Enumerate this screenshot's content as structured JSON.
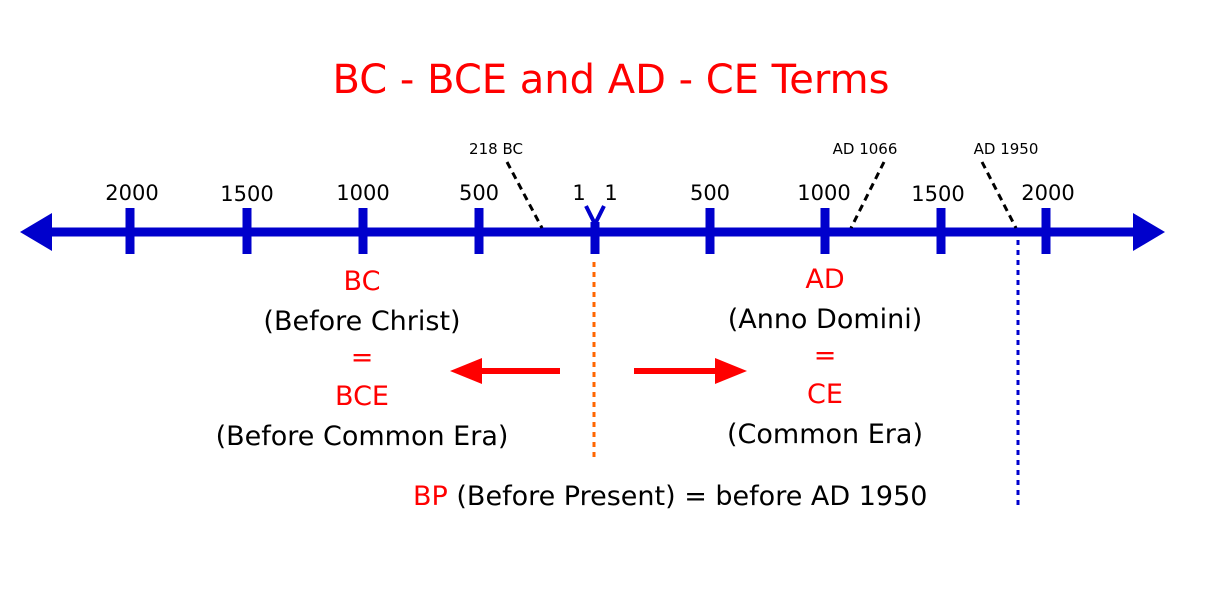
{
  "title": "BC - BCE and AD - CE Terms",
  "colors": {
    "red": "#ff0000",
    "blue": "#0000cc",
    "black": "#000000",
    "orange": "#ff6600"
  },
  "timeline": {
    "bc_ticks": [
      "2000",
      "1500",
      "1000",
      "500",
      "1"
    ],
    "ad_ticks": [
      "1",
      "500",
      "1000",
      "1500",
      "2000"
    ],
    "callouts": [
      "218 BC",
      "AD 1066",
      "AD 1950"
    ]
  },
  "bc_block": {
    "abbr": "BC",
    "meaning": "(Before Christ)",
    "equals": "=",
    "alt_abbr": "BCE",
    "alt_meaning": "(Before Common Era)"
  },
  "ad_block": {
    "abbr": "AD",
    "meaning": "(Anno Domini)",
    "equals": "=",
    "alt_abbr": "CE",
    "alt_meaning": "(Common Era)"
  },
  "bp_note": {
    "abbr": "BP",
    "rest": " (Before Present) = before AD 1950"
  }
}
